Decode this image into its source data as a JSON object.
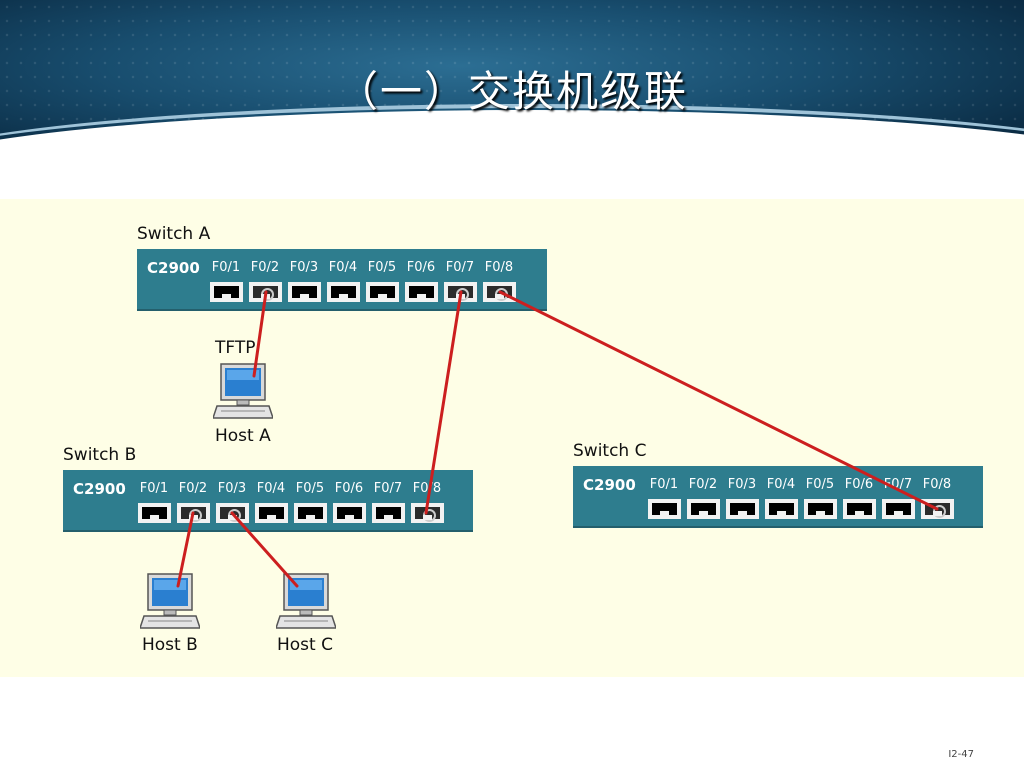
{
  "slide": {
    "title": "（一）交换机级联",
    "page_number": "I2-47"
  },
  "switches": [
    {
      "id": "a",
      "name": "Switch A",
      "model": "C2900",
      "ports": [
        "F0/1",
        "F0/2",
        "F0/3",
        "F0/4",
        "F0/5",
        "F0/6",
        "F0/7",
        "F0/8"
      ],
      "used_ports": [
        2,
        7,
        8
      ]
    },
    {
      "id": "b",
      "name": "Switch B",
      "model": "C2900",
      "ports": [
        "F0/1",
        "F0/2",
        "F0/3",
        "F0/4",
        "F0/5",
        "F0/6",
        "F0/7",
        "F0/8"
      ],
      "used_ports": [
        2,
        3,
        8
      ]
    },
    {
      "id": "c",
      "name": "Switch C",
      "model": "C2900",
      "ports": [
        "F0/1",
        "F0/2",
        "F0/3",
        "F0/4",
        "F0/5",
        "F0/6",
        "F0/7",
        "F0/8"
      ],
      "used_ports": [
        8
      ]
    }
  ],
  "hosts": {
    "host_a": {
      "name": "Host A",
      "role": "TFTP"
    },
    "host_b": {
      "name": "Host B"
    },
    "host_c": {
      "name": "Host C"
    }
  },
  "colors": {
    "link": "#cc1f1f",
    "switch_body": "#2e7d8e",
    "diagram_bg": "#fefee6"
  }
}
